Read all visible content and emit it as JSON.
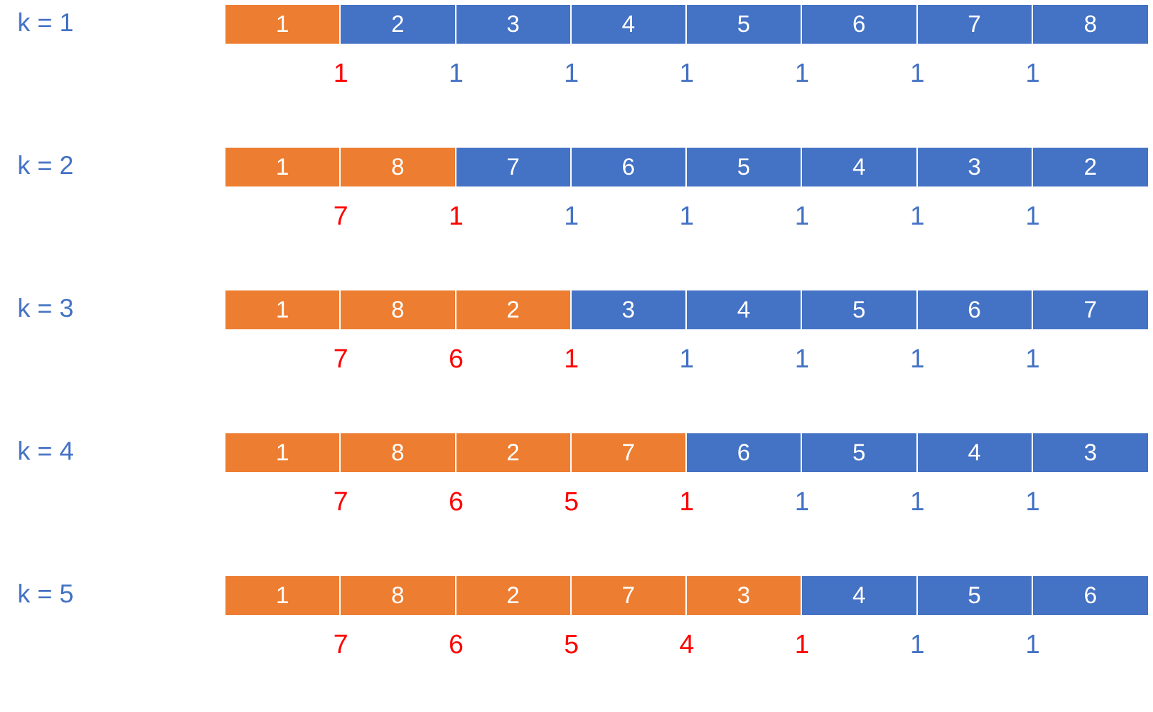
{
  "rows": [
    {
      "label": "k = 1",
      "cells": [
        "1",
        "2",
        "3",
        "4",
        "5",
        "6",
        "7",
        "8"
      ],
      "orange_count": 1,
      "diffs": [
        "1",
        "1",
        "1",
        "1",
        "1",
        "1",
        "1"
      ],
      "red_count": 1
    },
    {
      "label": "k = 2",
      "cells": [
        "1",
        "8",
        "7",
        "6",
        "5",
        "4",
        "3",
        "2"
      ],
      "orange_count": 2,
      "diffs": [
        "7",
        "1",
        "1",
        "1",
        "1",
        "1",
        "1"
      ],
      "red_count": 2
    },
    {
      "label": "k = 3",
      "cells": [
        "1",
        "8",
        "2",
        "3",
        "4",
        "5",
        "6",
        "7"
      ],
      "orange_count": 3,
      "diffs": [
        "7",
        "6",
        "1",
        "1",
        "1",
        "1",
        "1"
      ],
      "red_count": 3
    },
    {
      "label": "k = 4",
      "cells": [
        "1",
        "8",
        "2",
        "7",
        "6",
        "5",
        "4",
        "3"
      ],
      "orange_count": 4,
      "diffs": [
        "7",
        "6",
        "5",
        "1",
        "1",
        "1",
        "1"
      ],
      "red_count": 4
    },
    {
      "label": "k = 5",
      "cells": [
        "1",
        "8",
        "2",
        "7",
        "3",
        "4",
        "5",
        "6"
      ],
      "orange_count": 5,
      "diffs": [
        "7",
        "6",
        "5",
        "4",
        "1",
        "1",
        "1"
      ],
      "red_count": 5
    }
  ],
  "colors": {
    "selected": "#ed7d31",
    "remaining": "#4472c4",
    "diff_highlight": "#ff0000",
    "diff_normal": "#4472c4",
    "label": "#4472c4"
  }
}
